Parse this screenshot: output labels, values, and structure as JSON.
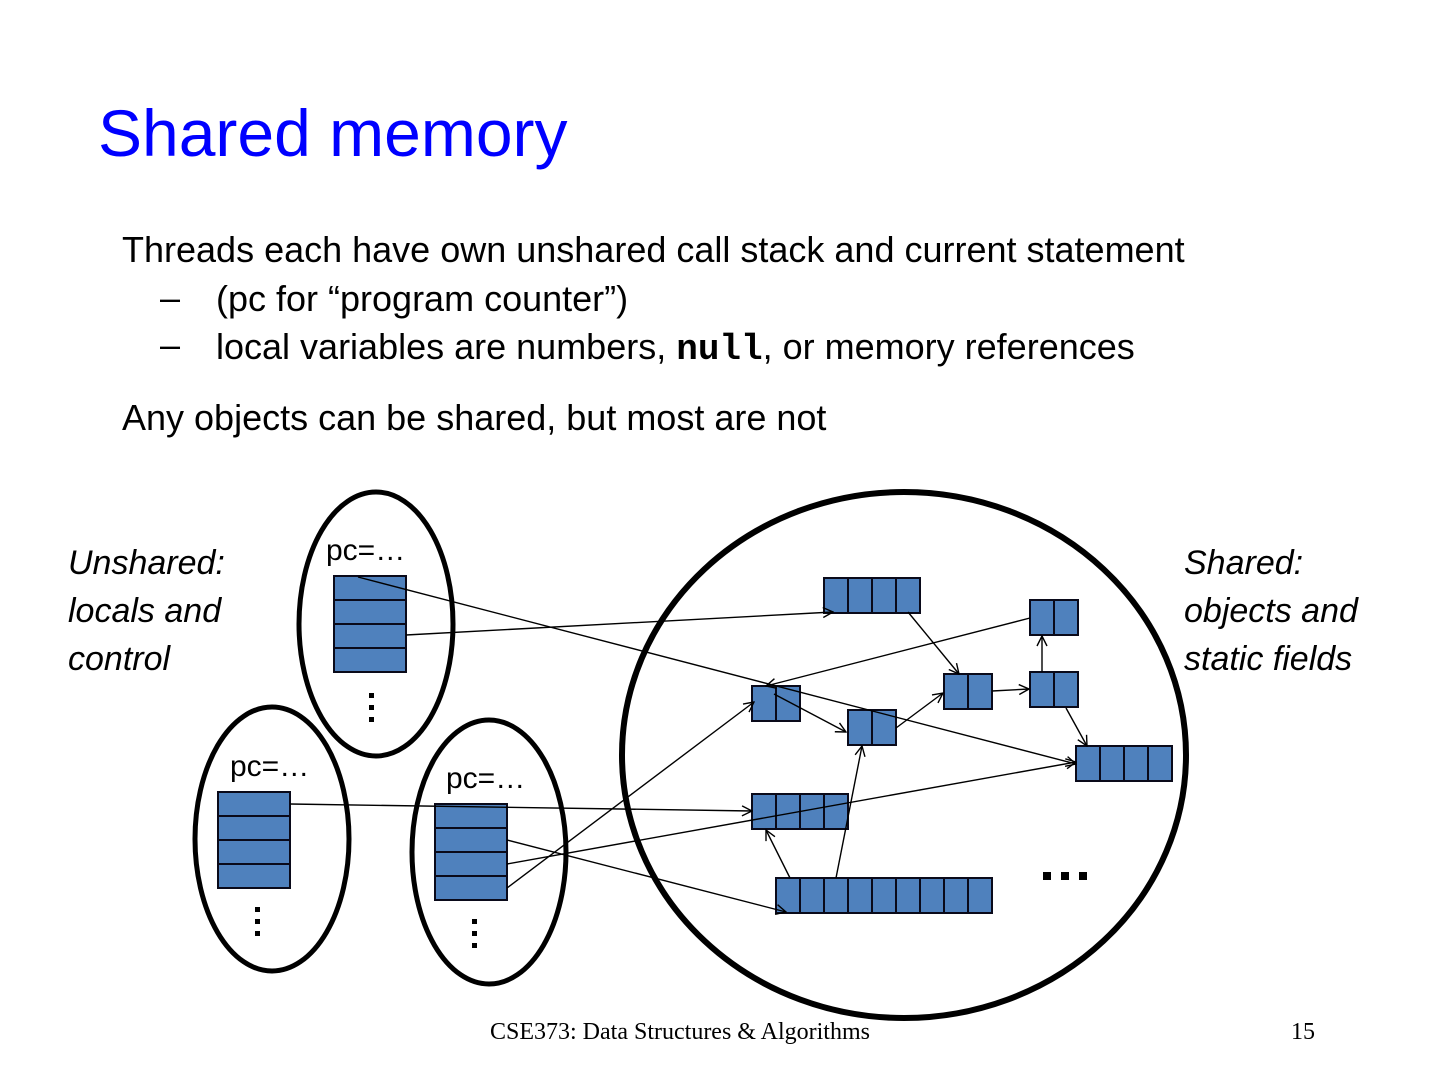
{
  "slide": {
    "title": "Shared memory",
    "bullets": {
      "main1": "Threads each have own unshared call stack and current statement",
      "sub1": "(pc for “program counter”)",
      "sub2_prefix": "local variables are numbers, ",
      "sub2_code": "null",
      "sub2_suffix": ", or memory references",
      "main2": "Any objects can be shared, but most are not"
    },
    "dash_glyph": "–",
    "labels": {
      "unshared": [
        "Unshared:",
        "locals and",
        "control"
      ],
      "shared": [
        "Shared:",
        "objects and",
        "static fields"
      ]
    },
    "footer": {
      "course": "CSE373: Data Structures & Algorithms",
      "page_number": "15"
    }
  },
  "diagram": {
    "colors": {
      "cell_fill": "#4f81bd",
      "cell_stroke": "#0a0a1a",
      "outline": "#000000"
    },
    "threads": [
      {
        "id": "thread-top",
        "pc_label": "pc=…",
        "stack_slots": 4,
        "more": "⋮"
      },
      {
        "id": "thread-left",
        "pc_label": "pc=…",
        "stack_slots": 4,
        "more": "⋮"
      },
      {
        "id": "thread-right",
        "pc_label": "pc=…",
        "stack_slots": 4,
        "more": "⋮"
      }
    ],
    "heap": {
      "more": "…",
      "objects": [
        {
          "id": "A",
          "cells": 4
        },
        {
          "id": "B",
          "cells": 2
        },
        {
          "id": "C",
          "cells": 2
        },
        {
          "id": "D",
          "cells": 2
        },
        {
          "id": "E",
          "cells": 2
        },
        {
          "id": "F",
          "cells": 2
        },
        {
          "id": "G",
          "cells": 4
        },
        {
          "id": "H",
          "cells": 4
        },
        {
          "id": "I",
          "cells": 9
        }
      ],
      "references": [
        {
          "from": "thread-top.slot0",
          "to": "G"
        },
        {
          "from": "thread-top.slot2",
          "to": "A"
        },
        {
          "from": "thread-left.slot0",
          "to": "H"
        },
        {
          "from": "thread-right.slot1",
          "to": "I"
        },
        {
          "from": "thread-right.slot2",
          "to": "G"
        },
        {
          "from": "thread-right.slot3",
          "to": "C"
        },
        {
          "from": "A",
          "to": "E"
        },
        {
          "from": "B",
          "to": "C"
        },
        {
          "from": "C",
          "to": "D"
        },
        {
          "from": "D",
          "to": "E"
        },
        {
          "from": "E",
          "to": "F"
        },
        {
          "from": "F",
          "to": "B"
        },
        {
          "from": "F",
          "to": "G"
        },
        {
          "from": "I",
          "to": "H"
        },
        {
          "from": "I",
          "to": "D"
        }
      ]
    }
  }
}
